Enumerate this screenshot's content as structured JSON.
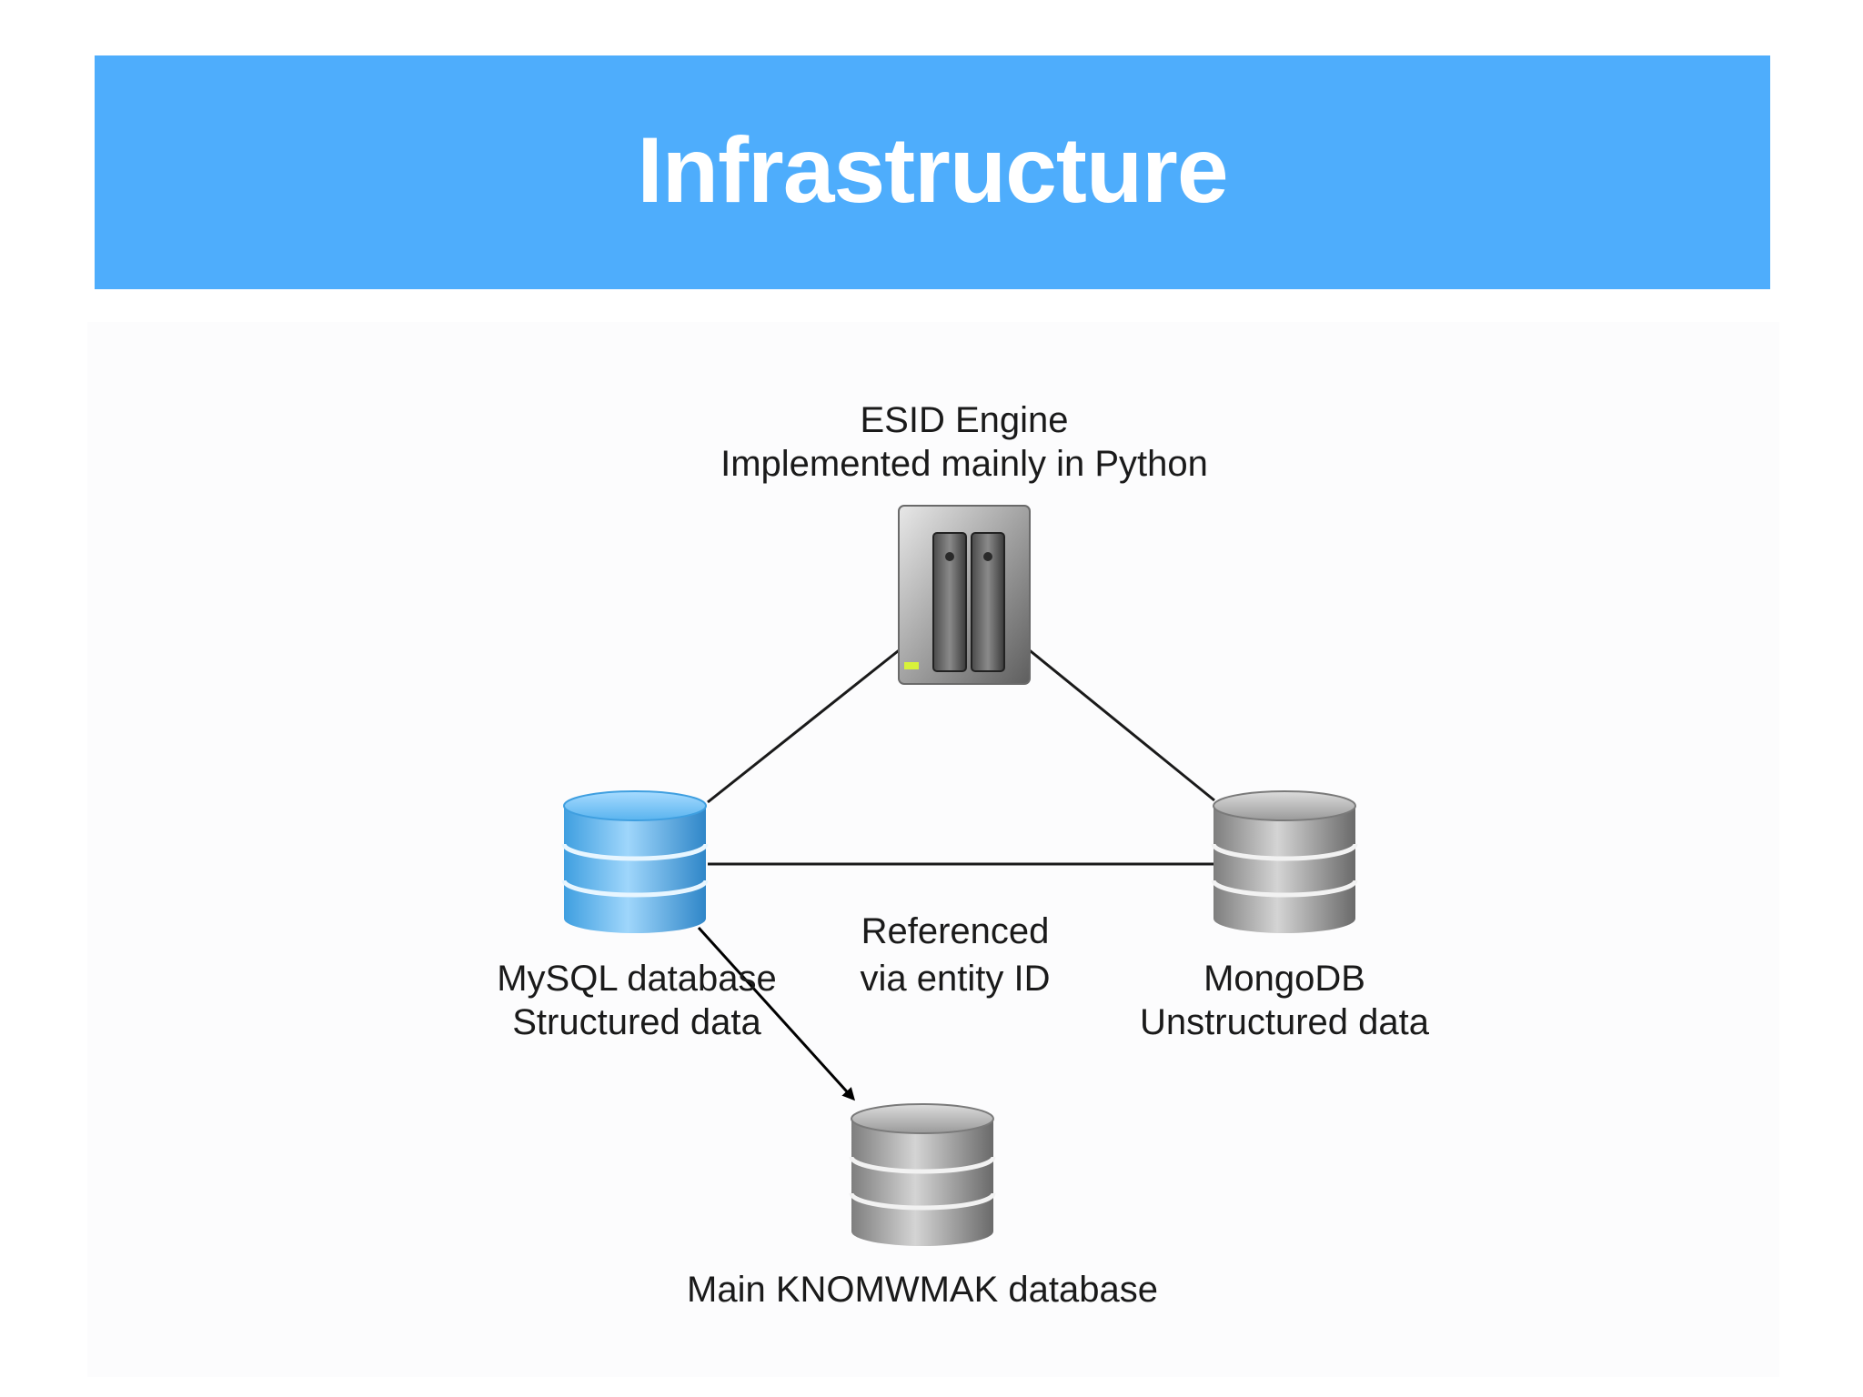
{
  "slide": {
    "title": "Infrastructure",
    "accent_color": "#4eadfc"
  },
  "diagram": {
    "nodes": {
      "engine": {
        "icon": "server-icon",
        "line1": "ESID Engine",
        "line2": "Implemented mainly in Python"
      },
      "mysql": {
        "icon": "database-icon",
        "color": "#5ab4ef",
        "line1": "MySQL database",
        "line2": "Structured data"
      },
      "mongodb": {
        "icon": "database-icon",
        "color": "#9a9a9a",
        "line1": "MongoDB",
        "line2": "Unstructured data"
      },
      "main": {
        "icon": "database-icon",
        "color": "#9a9a9a",
        "line1": "Main KNOMWMAK database"
      }
    },
    "edges": {
      "reference_label_line1": "Referenced",
      "reference_label_line2": "via entity ID"
    }
  }
}
